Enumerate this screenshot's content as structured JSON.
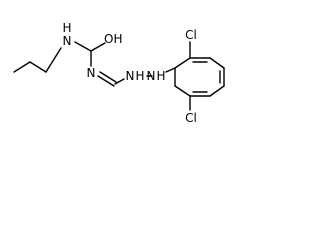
{
  "molecule": {
    "atoms": {
      "n_propyl": "N",
      "h_propyl": "H",
      "o_carbonyl": "OH",
      "n_imine": "N",
      "n_hydrazine_1": "N",
      "h_hydrazine_1": "H",
      "n_hydrazine_2": "N",
      "h_hydrazine_2": "H",
      "cl_top": "Cl",
      "cl_bottom": "Cl"
    }
  }
}
